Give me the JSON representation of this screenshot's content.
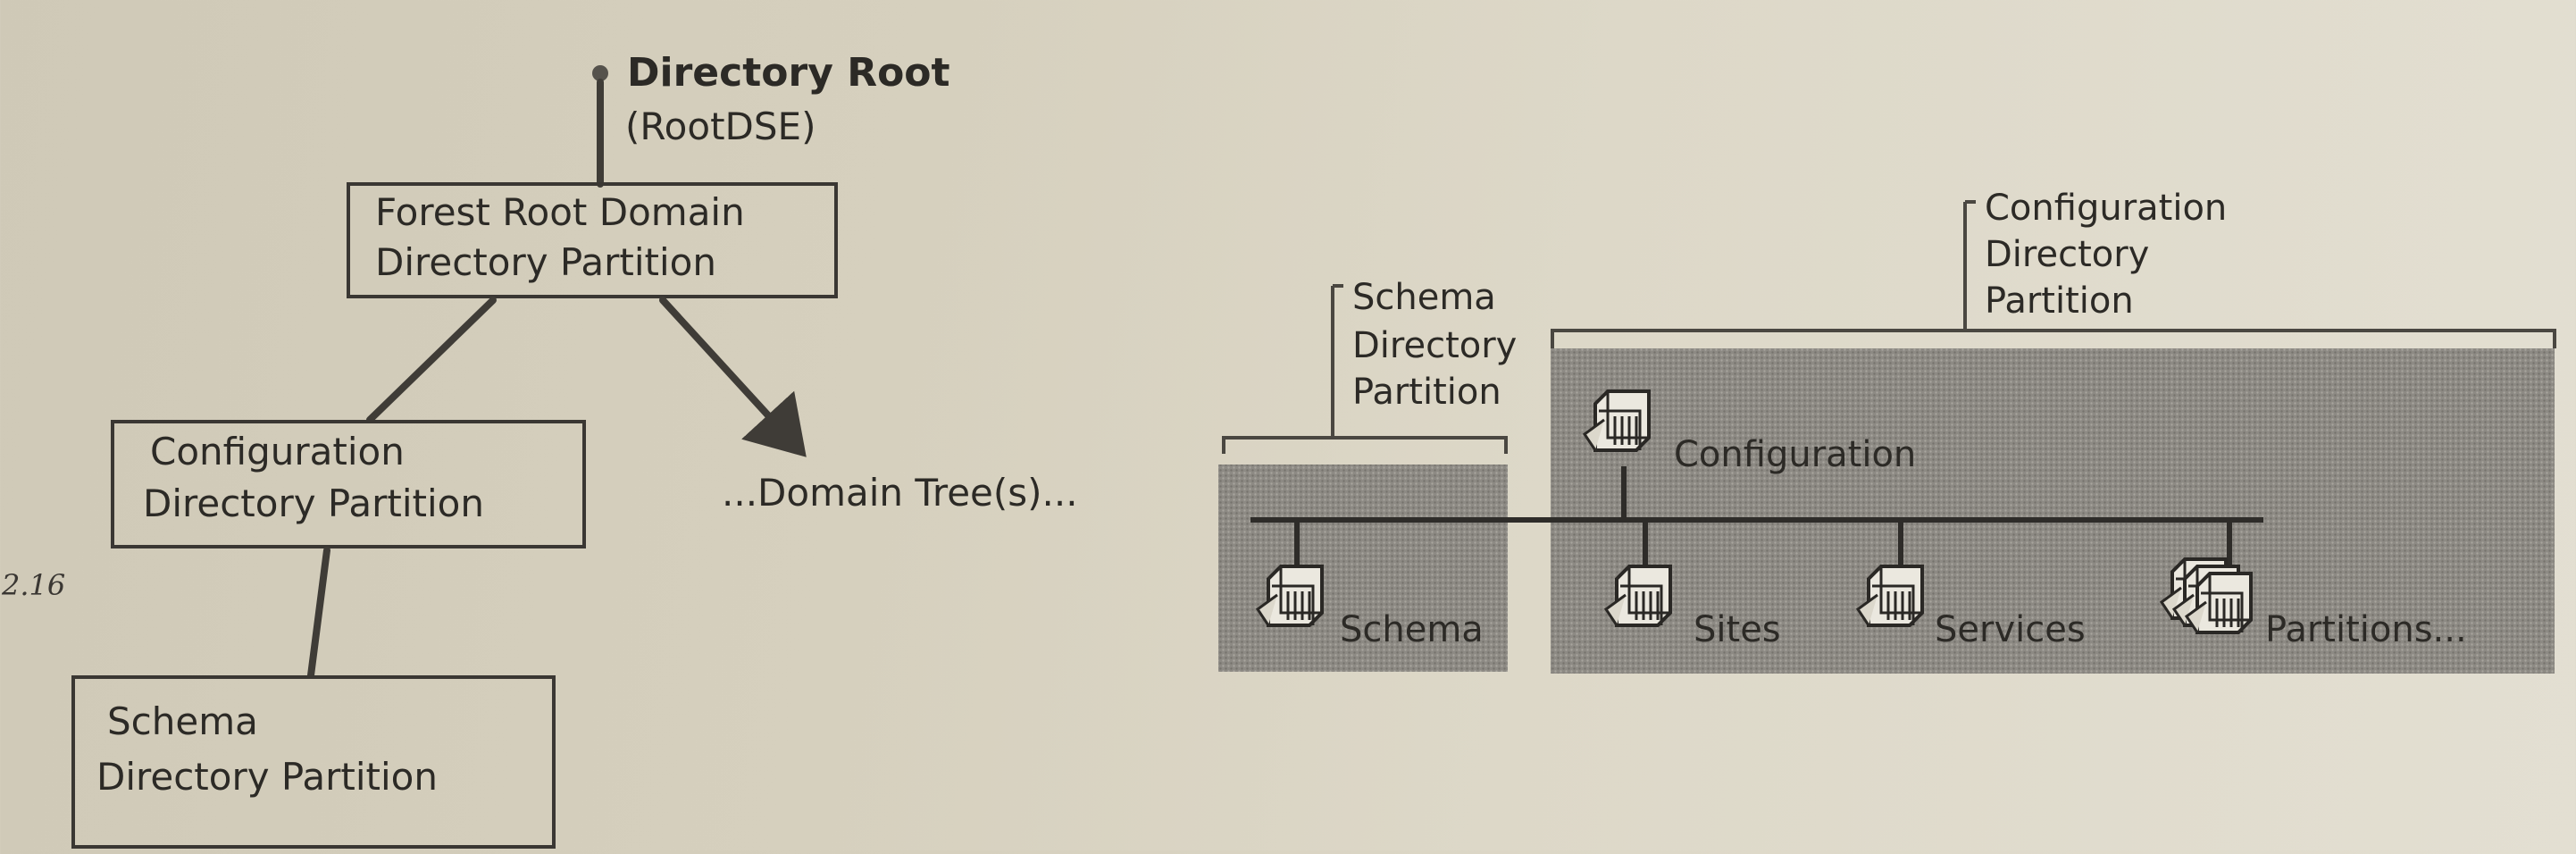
{
  "figure_number": "2.16",
  "tree": {
    "root_title": "Directory Root",
    "root_subtitle": "(RootDSE)",
    "forest_box": [
      "Forest Root Domain",
      "Directory Partition"
    ],
    "config_box": [
      "Configuration",
      "Directory Partition"
    ],
    "schema_box": [
      "Schema",
      "Directory Partition"
    ],
    "domain_trees": "...Domain Tree(s)..."
  },
  "containers": {
    "schema_partition_label": [
      "Schema",
      "Directory",
      "Partition"
    ],
    "config_partition_label": [
      "Configuration",
      "Directory",
      "Partition"
    ],
    "configuration_folder": "Configuration",
    "schema_folder": "Schema",
    "sites_folder": "Sites",
    "services_folder": "Services",
    "partitions_folder": "Partitions..."
  },
  "colors": {
    "shade": "#8f8c86",
    "ink": "#2c2a26"
  }
}
